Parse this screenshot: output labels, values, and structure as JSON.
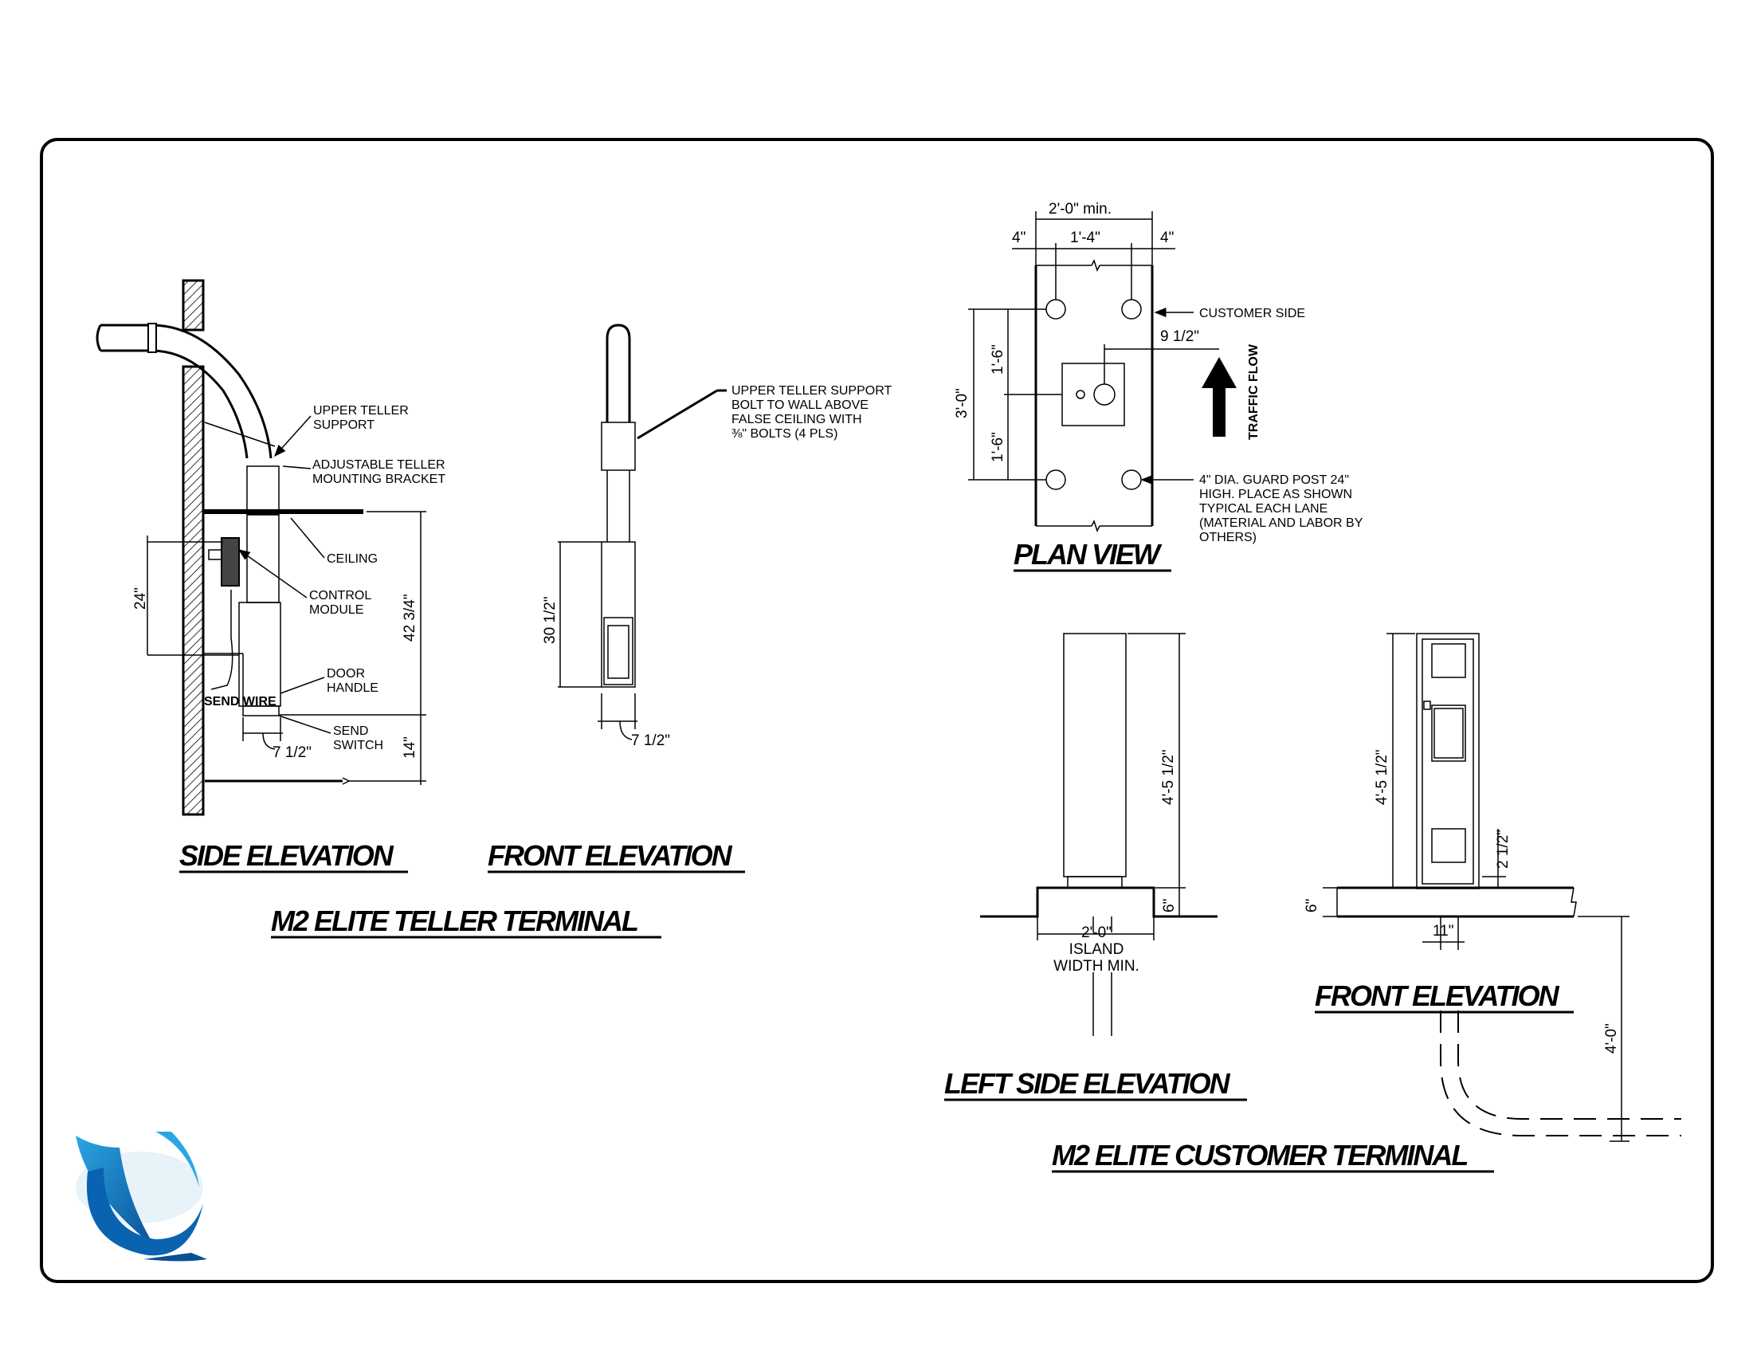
{
  "teller": {
    "upper_support": [
      "UPPER TELLER",
      "SUPPORT"
    ],
    "bracket": [
      "ADJUSTABLE TELLER",
      "MOUNTING BRACKET"
    ],
    "ceiling": "CEILING",
    "control_module": [
      "CONTROL",
      "MODULE"
    ],
    "door_handle": [
      "DOOR",
      "HANDLE"
    ],
    "send_switch": [
      "SEND",
      "SWITCH"
    ],
    "dim_24": "24\"",
    "dim_42": "42 3/4\"",
    "dim_14": "14\"",
    "dim_7a": "7 1/2\"",
    "dim_30": "30 1/2\"",
    "dim_7b": "7 1/2\"",
    "front_note": [
      "UPPER TELLER SUPPORT",
      "BOLT TO WALL ABOVE",
      "FALSE CEILING WITH",
      "⅜\" BOLTS (4 PLS)"
    ],
    "side_title": "SIDE ELEVATION",
    "front_title": "FRONT ELEVATION",
    "group_title": "M2 ELITE TELLER TERMINAL"
  },
  "plan": {
    "dim_2ft": "2'-0\" min.",
    "dim_4a": "4\"",
    "dim_1ft4": "1'-4\"",
    "dim_4b": "4\"",
    "customer_side": "CUSTOMER SIDE",
    "dim_9": "9 1/2\"",
    "dim_3ft": "3'-0\"",
    "dim_1ft6a": "1'-6\"",
    "dim_1ft6b": "1'-6\"",
    "traffic_flow": "TRAFFIC FLOW",
    "guard_note": [
      "4\" DIA. GUARD POST 24\"",
      "HIGH. PLACE AS SHOWN",
      "TYPICAL EACH LANE",
      "(MATERIAL AND LABOR BY",
      "OTHERS)"
    ],
    "title": "PLAN VIEW"
  },
  "customer": {
    "dim_4ft5a": "4'-5 1/2\"",
    "dim_6a": "6\"",
    "island": [
      "2'-0\"",
      "ISLAND",
      "WIDTH  MIN."
    ],
    "left_title": "LEFT SIDE ELEVATION",
    "dim_4ft5b": "4'-5 1/2\"",
    "dim_2half": "2 1/2\"",
    "dim_6b": "6\"",
    "dim_11": "11\"",
    "dim_4ft": "4'-0\"",
    "front_title": "FRONT ELEVATION",
    "group_title": "M2 ELITE CUSTOMER TERMINAL"
  },
  "colors": {
    "logo_dark": "#0a63b0",
    "logo_light": "#2aa6e3"
  },
  "logo": {
    "icon": "company-logo-icon"
  }
}
